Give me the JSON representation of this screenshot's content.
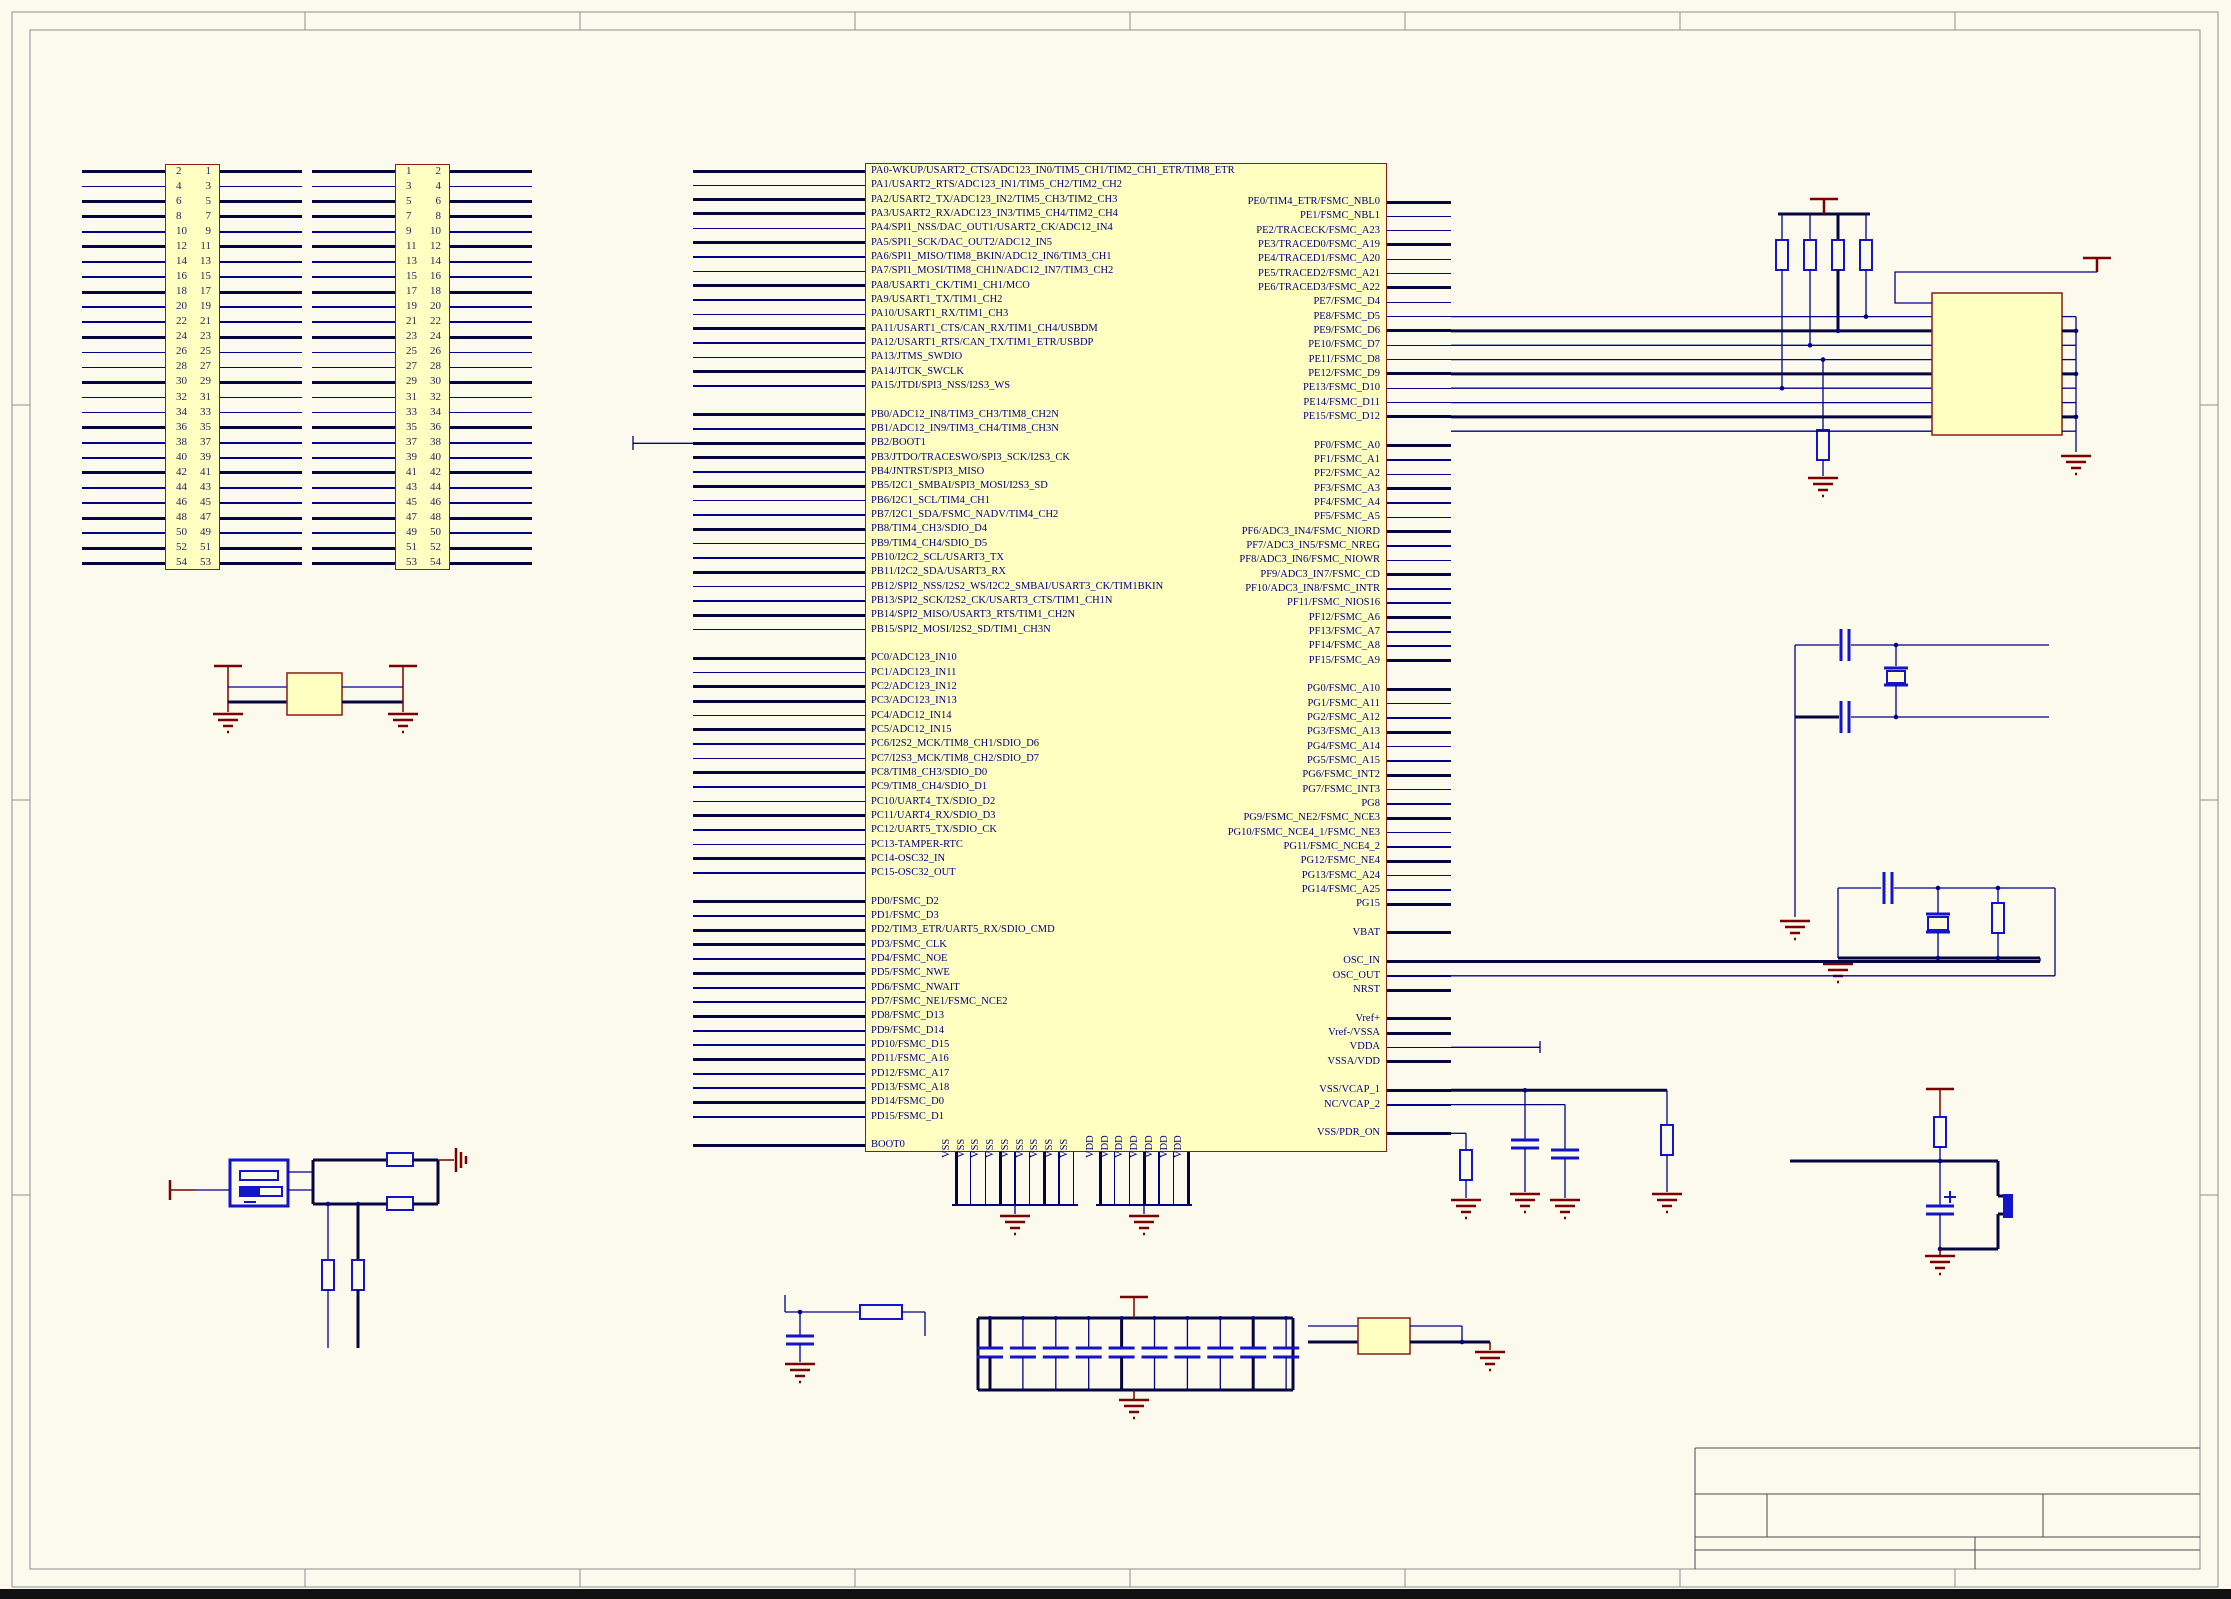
{
  "colors": {
    "wire": "#00008B",
    "wire_thick": "#06063E",
    "component": "#1414C8",
    "power": "#7B0000",
    "block_fill": "#FFFFC2",
    "block_border": "#8B1A1A",
    "text": "#000080",
    "background": "#FCF9ED"
  },
  "connectors": {
    "left": {
      "rows": [
        [
          "2",
          "1"
        ],
        [
          "4",
          "3"
        ],
        [
          "6",
          "5"
        ],
        [
          "8",
          "7"
        ],
        [
          "10",
          "9"
        ],
        [
          "12",
          "11"
        ],
        [
          "14",
          "13"
        ],
        [
          "16",
          "15"
        ],
        [
          "18",
          "17"
        ],
        [
          "20",
          "19"
        ],
        [
          "22",
          "21"
        ],
        [
          "24",
          "23"
        ],
        [
          "26",
          "25"
        ],
        [
          "28",
          "27"
        ],
        [
          "30",
          "29"
        ],
        [
          "32",
          "31"
        ],
        [
          "34",
          "33"
        ],
        [
          "36",
          "35"
        ],
        [
          "38",
          "37"
        ],
        [
          "40",
          "39"
        ],
        [
          "42",
          "41"
        ],
        [
          "44",
          "43"
        ],
        [
          "46",
          "45"
        ],
        [
          "48",
          "47"
        ],
        [
          "50",
          "49"
        ],
        [
          "52",
          "51"
        ],
        [
          "54",
          "53"
        ]
      ],
      "thick_rows": [
        0,
        2,
        3,
        5,
        8,
        11,
        14,
        17,
        20,
        23,
        25,
        26
      ]
    },
    "right": {
      "rows": [
        [
          "1",
          "2"
        ],
        [
          "3",
          "4"
        ],
        [
          "5",
          "6"
        ],
        [
          "7",
          "8"
        ],
        [
          "9",
          "10"
        ],
        [
          "11",
          "12"
        ],
        [
          "13",
          "14"
        ],
        [
          "15",
          "16"
        ],
        [
          "17",
          "18"
        ],
        [
          "19",
          "20"
        ],
        [
          "21",
          "22"
        ],
        [
          "23",
          "24"
        ],
        [
          "25",
          "26"
        ],
        [
          "27",
          "28"
        ],
        [
          "29",
          "30"
        ],
        [
          "31",
          "32"
        ],
        [
          "33",
          "34"
        ],
        [
          "35",
          "36"
        ],
        [
          "37",
          "38"
        ],
        [
          "39",
          "40"
        ],
        [
          "41",
          "42"
        ],
        [
          "43",
          "44"
        ],
        [
          "45",
          "46"
        ],
        [
          "47",
          "48"
        ],
        [
          "49",
          "50"
        ],
        [
          "51",
          "52"
        ],
        [
          "53",
          "54"
        ]
      ],
      "thick_rows": [
        0,
        2,
        3,
        5,
        8,
        11,
        14,
        17,
        20,
        23,
        25,
        26
      ]
    }
  },
  "mcu": {
    "left_pins": [
      "PA0-WKUP/USART2_CTS/ADC123_IN0/TIM5_CH1/TIM2_CH1_ETR/TIM8_ETR",
      "PA1/USART2_RTS/ADC123_IN1/TIM5_CH2/TIM2_CH2",
      "PA2/USART2_TX/ADC123_IN2/TIM5_CH3/TIM2_CH3",
      "PA3/USART2_RX/ADC123_IN3/TIM5_CH4/TIM2_CH4",
      "PA4/SPI1_NSS/DAC_OUT1/USART2_CK/ADC12_IN4",
      "PA5/SPI1_SCK/DAC_OUT2/ADC12_IN5",
      "PA6/SPI1_MISO/TIM8_BKIN/ADC12_IN6/TIM3_CH1",
      "PA7/SPI1_MOSI/TIM8_CH1N/ADC12_IN7/TIM3_CH2",
      "PA8/USART1_CK/TIM1_CH1/MCO",
      "PA9/USART1_TX/TIM1_CH2",
      "PA10/USART1_RX/TIM1_CH3",
      "PA11/USART1_CTS/CAN_RX/TIM1_CH4/USBDM",
      "PA12/USART1_RTS/CAN_TX/TIM1_ETR/USBDP",
      "PA13/JTMS_SWDIO",
      "PA14/JTCK_SWCLK",
      "PA15/JTDI/SPI3_NSS/I2S3_WS",
      "",
      "PB0/ADC12_IN8/TIM3_CH3/TIM8_CH2N",
      "PB1/ADC12_IN9/TIM3_CH4/TIM8_CH3N",
      "PB2/BOOT1",
      "PB3/JTDO/TRACESWO/SPI3_SCK/I2S3_CK",
      "PB4/JNTRST/SPI3_MISO",
      "PB5/I2C1_SMBAI/SPI3_MOSI/I2S3_SD",
      "PB6/I2C1_SCL/TIM4_CH1",
      "PB7/I2C1_SDA/FSMC_NADV/TIM4_CH2",
      "PB8/TIM4_CH3/SDIO_D4",
      "PB9/TIM4_CH4/SDIO_D5",
      "PB10/I2C2_SCL/USART3_TX",
      "PB11/I2C2_SDA/USART3_RX",
      "PB12/SPI2_NSS/I2S2_WS/I2C2_SMBAI/USART3_CK/TIM1BKIN",
      "PB13/SPI2_SCK/I2S2_CK/USART3_CTS/TIM1_CH1N",
      "PB14/SPI2_MISO/USART3_RTS/TIM1_CH2N",
      "PB15/SPI2_MOSI/I2S2_SD/TIM1_CH3N",
      "",
      "PC0/ADC123_IN10",
      "PC1/ADC123_IN11",
      "PC2/ADC123_IN12",
      "PC3/ADC123_IN13",
      "PC4/ADC12_IN14",
      "PC5/ADC12_IN15",
      "PC6/I2S2_MCK/TIM8_CH1/SDIO_D6",
      "PC7/I2S3_MCK/TIM8_CH2/SDIO_D7",
      "PC8/TIM8_CH3/SDIO_D0",
      "PC9/TIM8_CH4/SDIO_D1",
      "PC10/UART4_TX/SDIO_D2",
      "PC11/UART4_RX/SDIO_D3",
      "PC12/UART5_TX/SDIO_CK",
      "PC13-TAMPER-RTC",
      "PC14-OSC32_IN",
      "PC15-OSC32_OUT",
      "",
      "PD0/FSMC_D2",
      "PD1/FSMC_D3",
      "PD2/TIM3_ETR/UART5_RX/SDIO_CMD",
      "PD3/FSMC_CLK",
      "PD4/FSMC_NOE",
      "PD5/FSMC_NWE",
      "PD6/FSMC_NWAIT",
      "PD7/FSMC_NE1/FSMC_NCE2",
      "PD8/FSMC_D13",
      "PD9/FSMC_D14",
      "PD10/FSMC_D15",
      "PD11/FSMC_A16",
      "PD12/FSMC_A17",
      "PD13/FSMC_A18",
      "PD14/FSMC_D0",
      "PD15/FSMC_D1",
      "",
      "BOOT0"
    ],
    "right_pins": [
      "PE0/TIM4_ETR/FSMC_NBL0",
      "PE1/FSMC_NBL1",
      "PE2/TRACECK/FSMC_A23",
      "PE3/TRACED0/FSMC_A19",
      "PE4/TRACED1/FSMC_A20",
      "PE5/TRACED2/FSMC_A21",
      "PE6/TRACED3/FSMC_A22",
      "PE7/FSMC_D4",
      "PE8/FSMC_D5",
      "PE9/FSMC_D6",
      "PE10/FSMC_D7",
      "PE11/FSMC_D8",
      "PE12/FSMC_D9",
      "PE13/FSMC_D10",
      "PE14/FSMC_D11",
      "PE15/FSMC_D12",
      "",
      "PF0/FSMC_A0",
      "PF1/FSMC_A1",
      "PF2/FSMC_A2",
      "PF3/FSMC_A3",
      "PF4/FSMC_A4",
      "PF5/FSMC_A5",
      "PF6/ADC3_IN4/FSMC_NIORD",
      "PF7/ADC3_IN5/FSMC_NREG",
      "PF8/ADC3_IN6/FSMC_NIOWR",
      "PF9/ADC3_IN7/FSMC_CD",
      "PF10/ADC3_IN8/FSMC_INTR",
      "PF11/FSMC_NIOS16",
      "PF12/FSMC_A6",
      "PF13/FSMC_A7",
      "PF14/FSMC_A8",
      "PF15/FSMC_A9",
      "",
      "PG0/FSMC_A10",
      "PG1/FSMC_A11",
      "PG2/FSMC_A12",
      "PG3/FSMC_A13",
      "PG4/FSMC_A14",
      "PG5/FSMC_A15",
      "PG6/FSMC_INT2",
      "PG7/FSMC_INT3",
      "PG8",
      "PG9/FSMC_NE2/FSMC_NCE3",
      "PG10/FSMC_NCE4_1/FSMC_NE3",
      "PG11/FSMC_NCE4_2",
      "PG12/FSMC_NE4",
      "PG13/FSMC_A24",
      "PG14/FSMC_A25",
      "PG15",
      "",
      "VBAT",
      "",
      "OSC_IN",
      "OSC_OUT",
      "NRST",
      "",
      "Vref+",
      "Vref-/VSSA",
      "VDDA",
      "VSSA/VDD",
      "",
      "VSS/VCAP_1",
      "NC/VCAP_2",
      "",
      "VSS/PDR_ON"
    ],
    "right_thick_extra": [
      53,
      55,
      58,
      62
    ],
    "bottom_vss": [
      "VSS",
      "VSS",
      "VSS",
      "VSS",
      "VSS",
      "VSS",
      "VSS",
      "VSS",
      "VSS"
    ],
    "bottom_vdd": [
      "VDD",
      "VDD",
      "VDD",
      "VDD",
      "VDD",
      "VDD",
      "VDD"
    ]
  }
}
